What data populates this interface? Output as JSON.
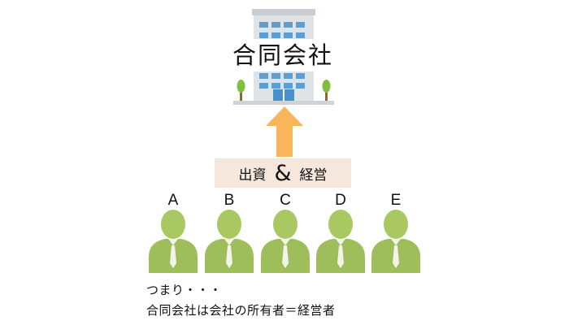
{
  "company": {
    "name": "合同会社"
  },
  "action": {
    "invest": "出資",
    "ampersand": "&",
    "manage": "経営"
  },
  "members": [
    {
      "label": "A"
    },
    {
      "label": "B"
    },
    {
      "label": "C"
    },
    {
      "label": "D"
    },
    {
      "label": "E"
    }
  ],
  "note": {
    "line1": "つまり・・・",
    "line2": "合同会社は会社の所有者＝経営者"
  },
  "colors": {
    "arrow": "#f9b55a",
    "person_body": "#9dbe5a",
    "person_head": "#a9c862",
    "tie": "#f3f3e8",
    "building": "#dfe3e6",
    "window": "#5a9fd6",
    "tree": "#7fbf3f"
  }
}
